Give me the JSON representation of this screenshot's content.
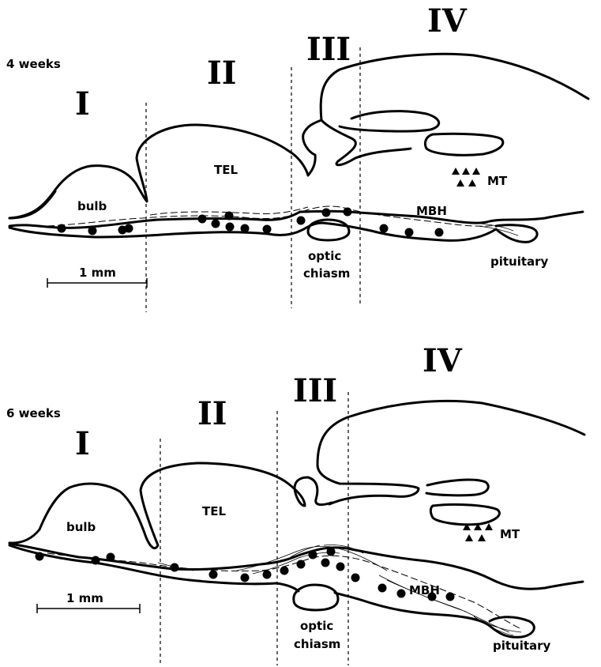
{
  "panels": [
    {
      "age": "4 weeks",
      "regions": [
        "I",
        "II",
        "III",
        "IV"
      ],
      "labels": {
        "bulb": "bulb",
        "tel": "TEL",
        "optic": [
          "optic",
          "chiasm"
        ],
        "mbh": "MBH",
        "mt": "MT",
        "pituitary": "pituitary"
      },
      "scale": "1 mm"
    },
    {
      "age": "6 weeks",
      "regions": [
        "I",
        "II",
        "III",
        "IV"
      ],
      "labels": {
        "bulb": "bulb",
        "tel": "TEL",
        "optic": [
          "optic",
          "chiasm"
        ],
        "mbh": "MBH",
        "mt": "MT",
        "pituitary": "pituitary"
      },
      "scale": "1 mm"
    }
  ]
}
